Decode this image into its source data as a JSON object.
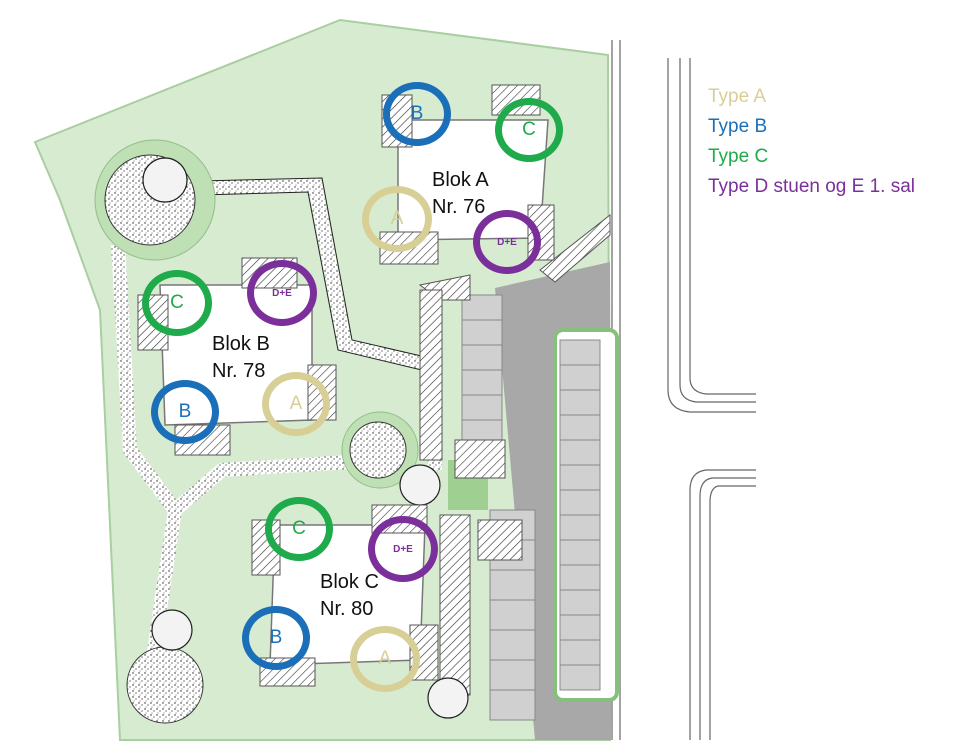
{
  "legend": [
    {
      "label": "Type A",
      "color": "#d8cf97"
    },
    {
      "label": "Type B",
      "color": "#1a6fb8"
    },
    {
      "label": "Type C",
      "color": "#1faa4b"
    },
    {
      "label": "Type D stuen og E 1. sal",
      "color": "#7a2f9a"
    }
  ],
  "blocks": [
    {
      "name": "Blok A",
      "number": "Nr. 76"
    },
    {
      "name": "Blok B",
      "number": "Nr. 78"
    },
    {
      "name": "Blok C",
      "number": "Nr. 80"
    }
  ],
  "unit_types": {
    "A": {
      "label": "A",
      "color": "#d8cf97"
    },
    "B": {
      "label": "B",
      "color": "#1a6fb8"
    },
    "C": {
      "label": "C",
      "color": "#1faa4b"
    },
    "DE": {
      "label": "D+E",
      "color": "#7a2f9a"
    }
  },
  "colors": {
    "grass": "#d7ebd0",
    "grass_edge": "#a9cfa1",
    "building": "#ffffff",
    "parking": "#a8a8a8",
    "parking_stall": "#cfcfcf",
    "road_line": "#666666"
  }
}
